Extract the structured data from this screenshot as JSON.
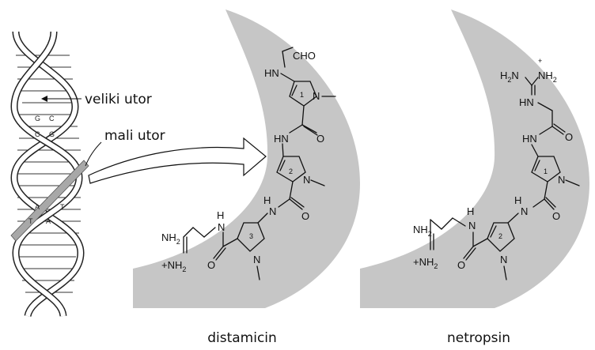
{
  "labels": {
    "major_groove": "veliki utor",
    "minor_groove": "mali utor",
    "left_molecule": "distamicin",
    "right_molecule": "netropsin"
  },
  "base_pairs": {
    "bp1": "G",
    "bp1b": "C",
    "bp2": "C",
    "bp2b": "G",
    "bp3": "A",
    "bp3b": "T",
    "bp4": "T",
    "bp4b": "A"
  },
  "distamycin": {
    "cho": "CHO",
    "hn_top": "HN",
    "n_methyl_1": "N",
    "ring1": "1",
    "hn_2": "HN",
    "o_1": "O",
    "ring2": "2",
    "n_methyl_2": "N",
    "hn_3": "H",
    "n_3": "N",
    "o_2": "O",
    "ring3": "3",
    "n_methyl_3": "N",
    "h_amide": "H",
    "n_amide": "N",
    "o_3": "O",
    "nh2_a": "NH",
    "nh2_a_sub": "2",
    "nh2_b": "+NH",
    "nh2_b_sub": "2"
  },
  "netropsin": {
    "h2n": "H",
    "h2n_sub": "2",
    "h2n_n": "N",
    "plus": "+",
    "nh2_top": "NH",
    "nh2_top_sub": "2",
    "hn_1": "HN",
    "hn_2": "HN",
    "o_1": "O",
    "ring1": "1",
    "n_methyl_1": "N",
    "h_3": "H",
    "n_3": "N",
    "o_2": "O",
    "ring2": "2",
    "n_methyl_2": "N",
    "h_amide": "H",
    "n_amide": "N",
    "o_3": "O",
    "nh2_a": "NH",
    "nh2_a_sub": "2",
    "nh2_b": "+NH",
    "nh2_b_sub": "2"
  }
}
